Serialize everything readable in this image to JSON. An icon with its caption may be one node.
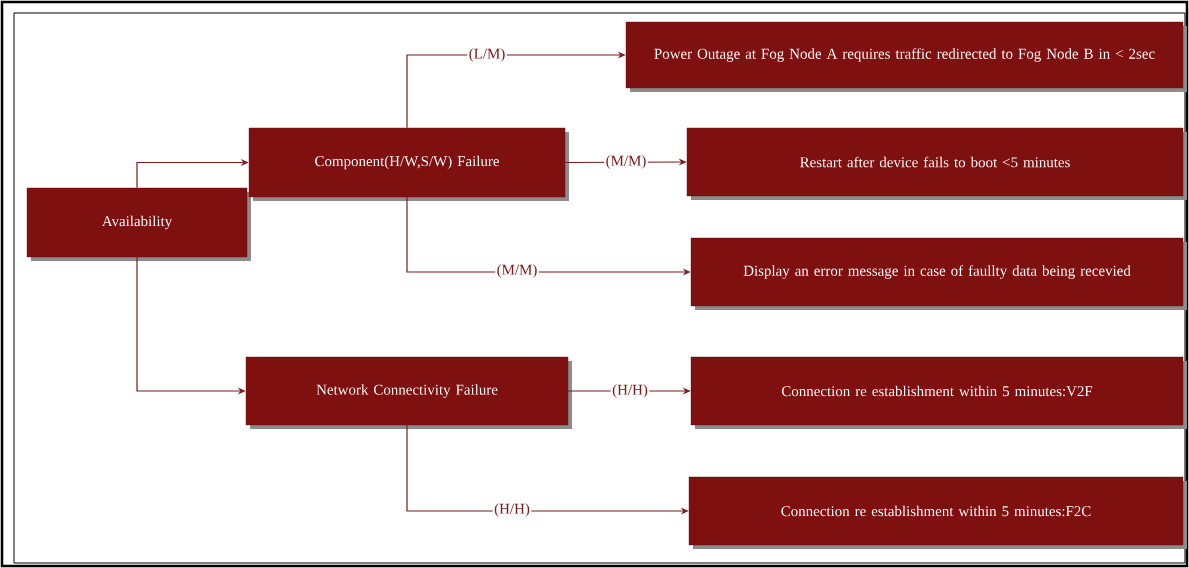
{
  "diagram": {
    "nodes": [
      {
        "text": [
          "Availability"
        ]
      },
      {
        "text": [
          "Component(H/W,S/W) Failure"
        ]
      },
      {
        "text": [
          "Network Connectivity Failure"
        ]
      },
      {
        "text": [
          "Power Outage at Fog Node A requires traffic redirected to Fog Node B in < 2sec"
        ]
      },
      {
        "text": [
          "Restart after device fails to boot <5 minutes"
        ]
      },
      {
        "text": [
          "Display an error message in case of faullty data being recevied"
        ]
      },
      {
        "text": [
          "Connection re establishment within 5 minutes:V2F"
        ]
      },
      {
        "text": [
          "Connection re establishment within 5 minutes:F2C"
        ]
      }
    ],
    "edges": [
      {
        "from": 0,
        "to": 1,
        "arrow": "to"
      },
      {
        "from": 0,
        "to": 2,
        "arrow": "to"
      },
      {
        "from": 1,
        "to": 3,
        "arrow": "to",
        "label": "(L/M)"
      },
      {
        "from": 1,
        "to": 4,
        "arrow": "to",
        "label": "(M/M)"
      },
      {
        "from": 1,
        "to": 5,
        "arrow": "to",
        "label": "(M/M)"
      },
      {
        "from": 2,
        "to": 6,
        "arrow": "to",
        "label": "(H/H)"
      },
      {
        "from": 2,
        "to": 7,
        "arrow": "to",
        "label": "(H/H)"
      }
    ]
  }
}
